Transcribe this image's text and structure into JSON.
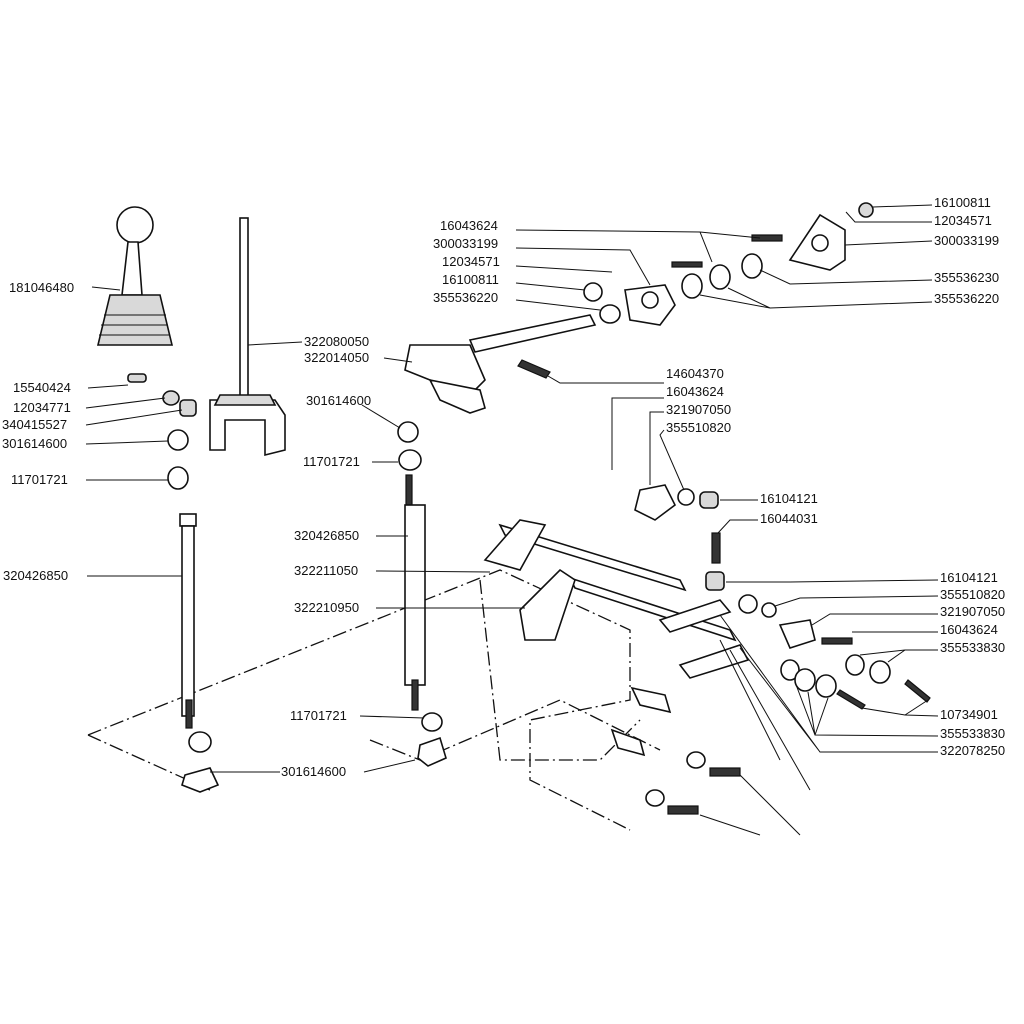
{
  "labels": {
    "l181046480": "181046480",
    "l15540424": "15540424",
    "l12034771": "12034771",
    "l340415527": "340415527",
    "l301614600a": "301614600",
    "l11701721a": "11701721",
    "l320426850a": "320426850",
    "l322080050": "322080050",
    "l322014050": "322014050",
    "l301614600b": "301614600",
    "l11701721b": "11701721",
    "l320426850b": "320426850",
    "l322211050": "322211050",
    "l322210950": "322210950",
    "l11701721c": "11701721",
    "l301614600c": "301614600",
    "l16043624a": "16043624",
    "l300033199a": "300033199",
    "l12034571a": "12034571",
    "l16100811a": "16100811",
    "l355536220a": "355536220",
    "l16100811b": "16100811",
    "l12034571b": "12034571",
    "l300033199b": "300033199",
    "l355536230": "355536230",
    "l355536220b": "355536220",
    "l14604370": "14604370",
    "l16043624b": "16043624",
    "l321907050a": "321907050",
    "l355510820a": "355510820",
    "l16104121a": "16104121",
    "l16044031": "16044031",
    "l16104121b": "16104121",
    "l355510820b": "355510820",
    "l321907050b": "321907050",
    "l16043624c": "16043624",
    "l355533830a": "355533830",
    "l10734901": "10734901",
    "l355533830b": "355533830",
    "l322078250": "322078250"
  }
}
